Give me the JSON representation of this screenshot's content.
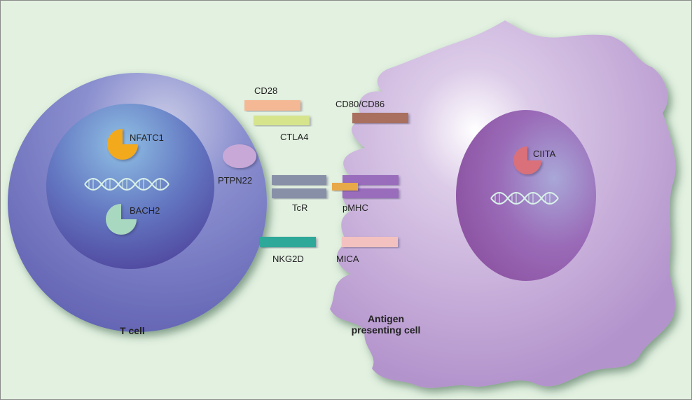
{
  "cells": {
    "t_cell": {
      "label": "T cell"
    },
    "apc": {
      "label_line1": "Antigen",
      "label_line2": "presenting cell"
    }
  },
  "molecules": {
    "nfatc1": "NFATC1",
    "bach2": "BACH2",
    "ptpn22": "PTPN22",
    "ciita": "CIITA",
    "cd28": "CD28",
    "ctla4": "CTLA4",
    "cd80_cd86": "CD80/CD86",
    "tcr": "TcR",
    "pmhc": "pMHC",
    "nkg2d": "NKG2D",
    "mica": "MICA"
  },
  "colors": {
    "background": "#e3f1e1",
    "t_cell": "#6f6fc0",
    "apc": "#c3a6d6",
    "nfatc1": "#f2a91e",
    "bach2": "#a8d8c0",
    "ciita": "#d9707a",
    "cd28": "#f4b994",
    "ctla4": "#d6e48c",
    "cd80_cd86": "#a9705e",
    "tcr": "#8890a8",
    "pmhc": "#9a6cbc",
    "peptide": "#e8a94a",
    "nkg2d": "#2fa898",
    "mica": "#f3c2c0"
  }
}
